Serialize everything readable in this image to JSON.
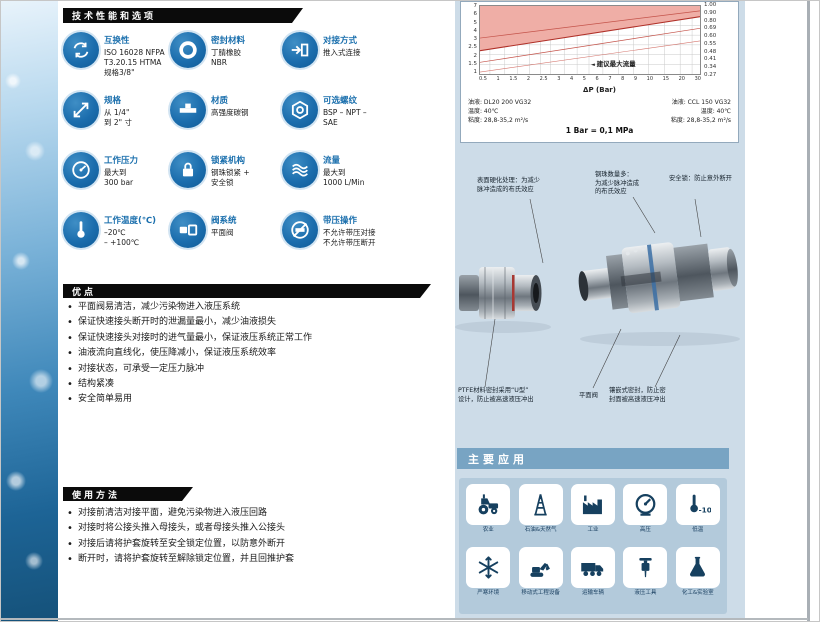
{
  "specs": {
    "title": "技术性能和选项",
    "items": [
      {
        "icon": "interchange-icon",
        "label": "互换性",
        "desc": "ISO 16028 NFPA\nT3.20.15 HTMA\n规格3/8\""
      },
      {
        "icon": "seal-icon",
        "label": "密封材料",
        "desc": "丁腈橡胶\nNBR"
      },
      {
        "icon": "push-connect-icon",
        "label": "对接方式",
        "desc": "推入式连接"
      },
      {
        "icon": "size-icon",
        "label": "规格",
        "desc": "从 1/4\"\n到 2\" 寸"
      },
      {
        "icon": "material-icon",
        "label": "材质",
        "desc": "高强度碳钢"
      },
      {
        "icon": "thread-icon",
        "label": "可选螺纹",
        "desc": "BSP – NPT –\nSAE"
      },
      {
        "icon": "pressure-icon",
        "label": "工作压力",
        "desc": "最大到\n300 bar"
      },
      {
        "icon": "lock-icon",
        "label": "锁紧机构",
        "desc": "钢珠锁紧 +\n安全锁"
      },
      {
        "icon": "flow-icon",
        "label": "流量",
        "desc": "最大到\n1000 L/Min"
      },
      {
        "icon": "temperature-icon",
        "label": "工作温度(℃)",
        "desc": "–20℃\n– +100℃"
      },
      {
        "icon": "valve-icon",
        "label": "阀系统",
        "desc": "平面阀"
      },
      {
        "icon": "no-pressure-icon",
        "label": "带压操作",
        "desc": "不允许带压对接\n不允许带压断开"
      }
    ]
  },
  "advantages": {
    "title": "优点",
    "bullets": [
      "平面阀易清洁，减少污染物进入液压系统",
      "保证快速接头断开时的泄漏量最小，减少油液损失",
      "保证快速接头对接时的进气量最小，保证液压系统正常工作",
      "油液流向直线化，使压降减小，保证液压系统效率",
      "对接状态，可承受一定压力脉冲",
      "结构紧凑",
      "安全简单易用"
    ]
  },
  "usage": {
    "title": "使用方法",
    "bullets": [
      "对接前清洁对接平面，避免污染物进入液压回路",
      "对接时将公接头推入母接头，或者母接头推入公接头",
      "对接后请将护套旋转至安全锁定位置，以防意外断开",
      "断开时，请将护套旋转至解除锁定位置，并且回推护套"
    ]
  },
  "chart_data": {
    "type": "area",
    "title": "",
    "xlabel": "ΔP (Bar)",
    "x_ticks": [
      "0.5",
      "1",
      "1.5",
      "2",
      "2.5",
      "3",
      "4",
      "5",
      "6",
      "7",
      "8",
      "9",
      "10",
      "15",
      "20",
      "30"
    ],
    "y_left_ticks": [
      "7",
      "6",
      "5",
      "4",
      "3",
      "2.5",
      "2",
      "1.5",
      "1"
    ],
    "y_right_ticks": [
      "1.00",
      "0.90",
      "0.80",
      "0.69",
      "0.60",
      "0.55",
      "0.48",
      "0.41",
      "0.34",
      "0.27"
    ],
    "band_label": "建议最大流量",
    "unit_note": "1 Bar = 0,1 MPa",
    "left_note_lines": [
      "油液: DL20 200 VG32",
      "温度: 40℃",
      "粘度: 28,8-35,2 m²/s"
    ],
    "right_note_lines": [
      "油液: CCL 150 VG32",
      "温度: 40℃",
      "粘度: 28,8-35,2 m²/s"
    ]
  },
  "illustration": {
    "annotations": {
      "surface": "表面硬化处理：为减少\n脉冲造成的布氏效应",
      "balls": "钢珠数量多：\n为减少脉冲造成\n的布氏效应",
      "safety": "安全锁：防止意外断开",
      "ptfe": "PTFE材料密封采用“U型”\n设计，防止被高速液压冲出",
      "flatvalve": "平面阀",
      "inlay": "镶嵌式密封，防止密\n封面被高速液压冲出"
    }
  },
  "applications": {
    "title": "主要应用",
    "items": [
      {
        "icon": "tractor-icon",
        "label": "农业"
      },
      {
        "icon": "oil-derrick-icon",
        "label": "石油&天然气"
      },
      {
        "icon": "factory-icon",
        "label": "工业"
      },
      {
        "icon": "gauge-icon",
        "label": "高压"
      },
      {
        "icon": "low-temp-icon",
        "label": "低温"
      },
      {
        "icon": "snowflake-icon",
        "label": "严寒环境"
      },
      {
        "icon": "excavator-icon",
        "label": "移动式工程设备"
      },
      {
        "icon": "truck-icon",
        "label": "运输车辆"
      },
      {
        "icon": "breaker-icon",
        "label": "液压工具"
      },
      {
        "icon": "flask-icon",
        "label": "化工&实验室"
      }
    ]
  }
}
